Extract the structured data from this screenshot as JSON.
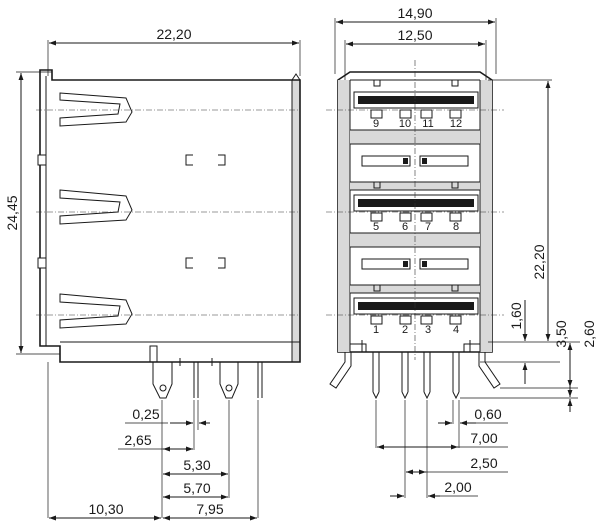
{
  "dimensions": {
    "side_width": "22,20",
    "side_height": "24,45",
    "front_outer_width": "14,90",
    "front_inner_width": "12,50",
    "front_height": "22,20",
    "dim_1_60": "1,60",
    "dim_3_50": "3,50",
    "dim_2_60": "2,60",
    "dim_0_25": "0,25",
    "dim_2_65": "2,65",
    "dim_5_30": "5,30",
    "dim_5_70": "5,70",
    "dim_10_30": "10,30",
    "dim_7_95": "7,95",
    "dim_0_60": "0,60",
    "dim_7_00": "7,00",
    "dim_2_50": "2,50",
    "dim_2_00": "2,00"
  },
  "pin_numbers": {
    "p1": "1",
    "p2": "2",
    "p3": "3",
    "p4": "4",
    "p5": "5",
    "p6": "6",
    "p7": "7",
    "p8": "8",
    "p9": "9",
    "p10": "10",
    "p11": "11",
    "p12": "12"
  }
}
